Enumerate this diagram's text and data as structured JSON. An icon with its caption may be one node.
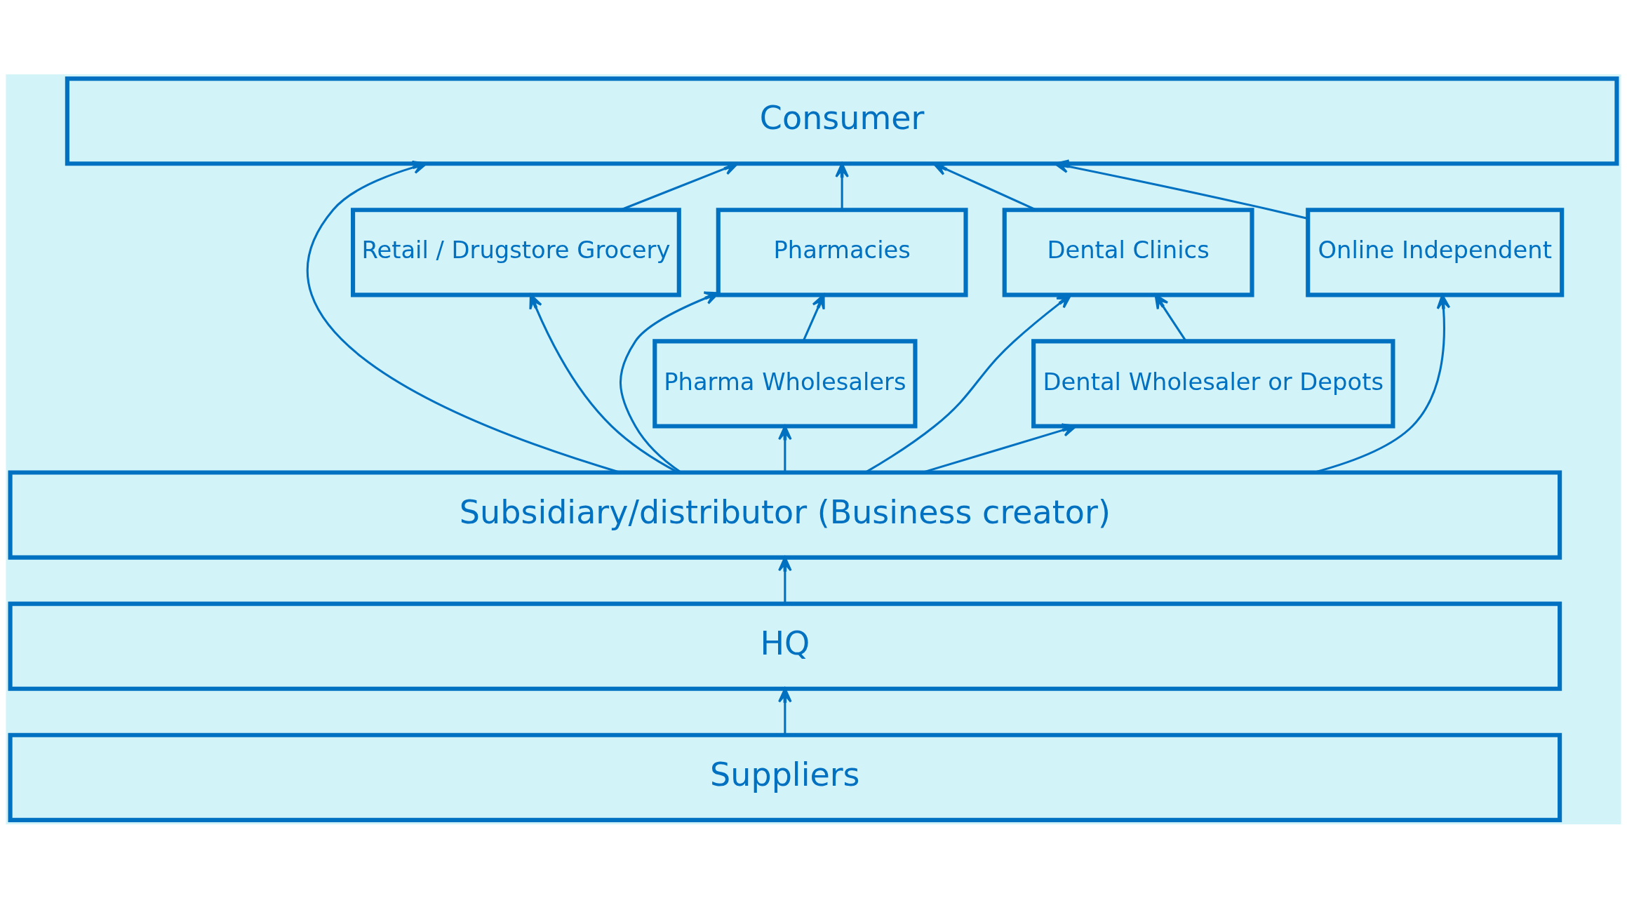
{
  "diagram": {
    "nodes": [
      {
        "text": [
          "Consumer"
        ]
      },
      {
        "text": [
          "Retail / Drugstore Grocery"
        ]
      },
      {
        "text": [
          "Pharmacies"
        ]
      },
      {
        "text": [
          "Dental Clinics"
        ]
      },
      {
        "text": [
          "Online Independent"
        ]
      },
      {
        "text": [
          "Pharma Wholesalers"
        ]
      },
      {
        "text": [
          "Dental Wholesaler or Depots"
        ]
      },
      {
        "text": [
          "Subsidiary/distributor (Business creator)"
        ]
      },
      {
        "text": [
          "HQ"
        ]
      },
      {
        "text": [
          "Suppliers"
        ]
      }
    ],
    "edges": [
      {
        "from": 9,
        "to": 8,
        "arrow": "to"
      },
      {
        "from": 8,
        "to": 7,
        "arrow": "to"
      },
      {
        "from": 7,
        "to": 1,
        "arrow": "to"
      },
      {
        "from": 7,
        "to": 2,
        "arrow": "to"
      },
      {
        "from": 7,
        "to": 5,
        "arrow": "to"
      },
      {
        "from": 7,
        "to": 0,
        "arrow": "to"
      },
      {
        "from": 7,
        "to": 6,
        "arrow": "to"
      },
      {
        "from": 7,
        "to": 3,
        "arrow": "to"
      },
      {
        "from": 7,
        "to": 4,
        "arrow": "to"
      },
      {
        "from": 5,
        "to": 2,
        "arrow": "to"
      },
      {
        "from": 6,
        "to": 3,
        "arrow": "to"
      },
      {
        "from": 1,
        "to": 0,
        "arrow": "to"
      },
      {
        "from": 2,
        "to": 0,
        "arrow": "to"
      },
      {
        "from": 3,
        "to": 0,
        "arrow": "to"
      },
      {
        "from": 4,
        "to": 0,
        "arrow": "to"
      }
    ]
  }
}
